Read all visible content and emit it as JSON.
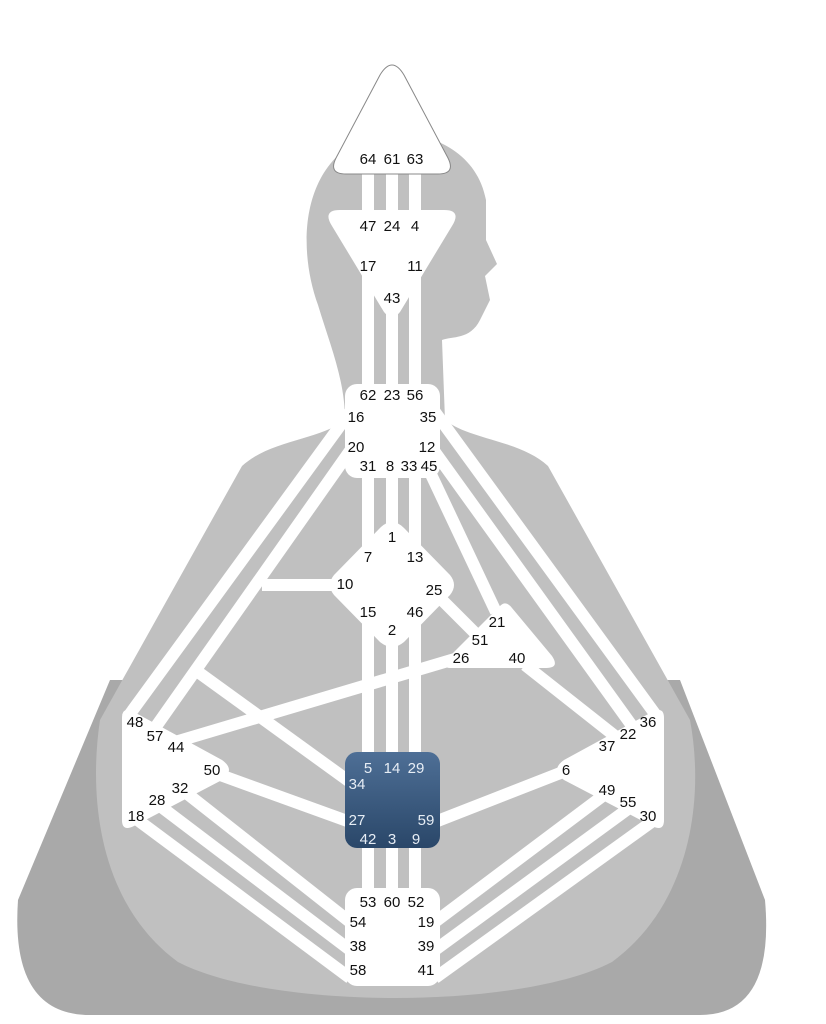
{
  "colors": {
    "background": "#ffffff",
    "outer_body": "#a9a9a9",
    "silhouette": "#c0c0c0",
    "center_undefined": "#ffffff",
    "center_defined_sacral_top": "#4e6f96",
    "center_defined_sacral_bottom": "#2a4769"
  },
  "centers": [
    {
      "name": "head",
      "defined": false,
      "gates": [
        "64",
        "61",
        "63"
      ]
    },
    {
      "name": "ajna",
      "defined": false,
      "gates": [
        "47",
        "24",
        "4",
        "17",
        "11",
        "43"
      ]
    },
    {
      "name": "throat",
      "defined": false,
      "gates": [
        "62",
        "23",
        "56",
        "16",
        "35",
        "20",
        "12",
        "31",
        "8",
        "33",
        "45"
      ]
    },
    {
      "name": "g-center",
      "defined": false,
      "gates": [
        "1",
        "7",
        "13",
        "10",
        "25",
        "15",
        "46",
        "2"
      ]
    },
    {
      "name": "ego",
      "defined": false,
      "gates": [
        "21",
        "51",
        "26",
        "40"
      ]
    },
    {
      "name": "spleen",
      "defined": false,
      "gates": [
        "48",
        "57",
        "44",
        "50",
        "32",
        "28",
        "18"
      ]
    },
    {
      "name": "solar-plexus",
      "defined": false,
      "gates": [
        "36",
        "22",
        "37",
        "6",
        "49",
        "55",
        "30"
      ]
    },
    {
      "name": "sacral",
      "defined": true,
      "gates": [
        "5",
        "14",
        "29",
        "34",
        "27",
        "59",
        "42",
        "3",
        "9"
      ]
    },
    {
      "name": "root",
      "defined": false,
      "gates": [
        "53",
        "60",
        "52",
        "54",
        "19",
        "38",
        "39",
        "58",
        "41"
      ]
    }
  ]
}
